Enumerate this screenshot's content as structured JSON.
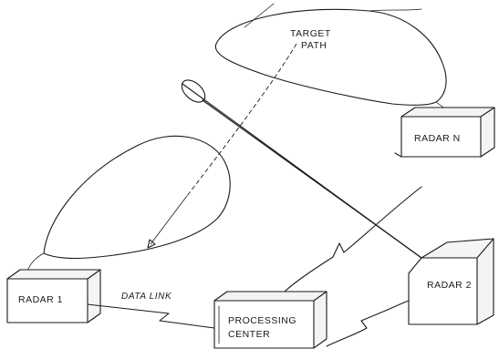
{
  "labels": {
    "target_path_line1": "TARGET",
    "target_path_line2": "PATH",
    "radar_1": "RADAR 1",
    "radar_2": "RADAR 2",
    "radar_n": "RADAR N",
    "data_link": "DATA LINK",
    "processing_line1": "PROCESSING",
    "processing_line2": "CENTER"
  }
}
